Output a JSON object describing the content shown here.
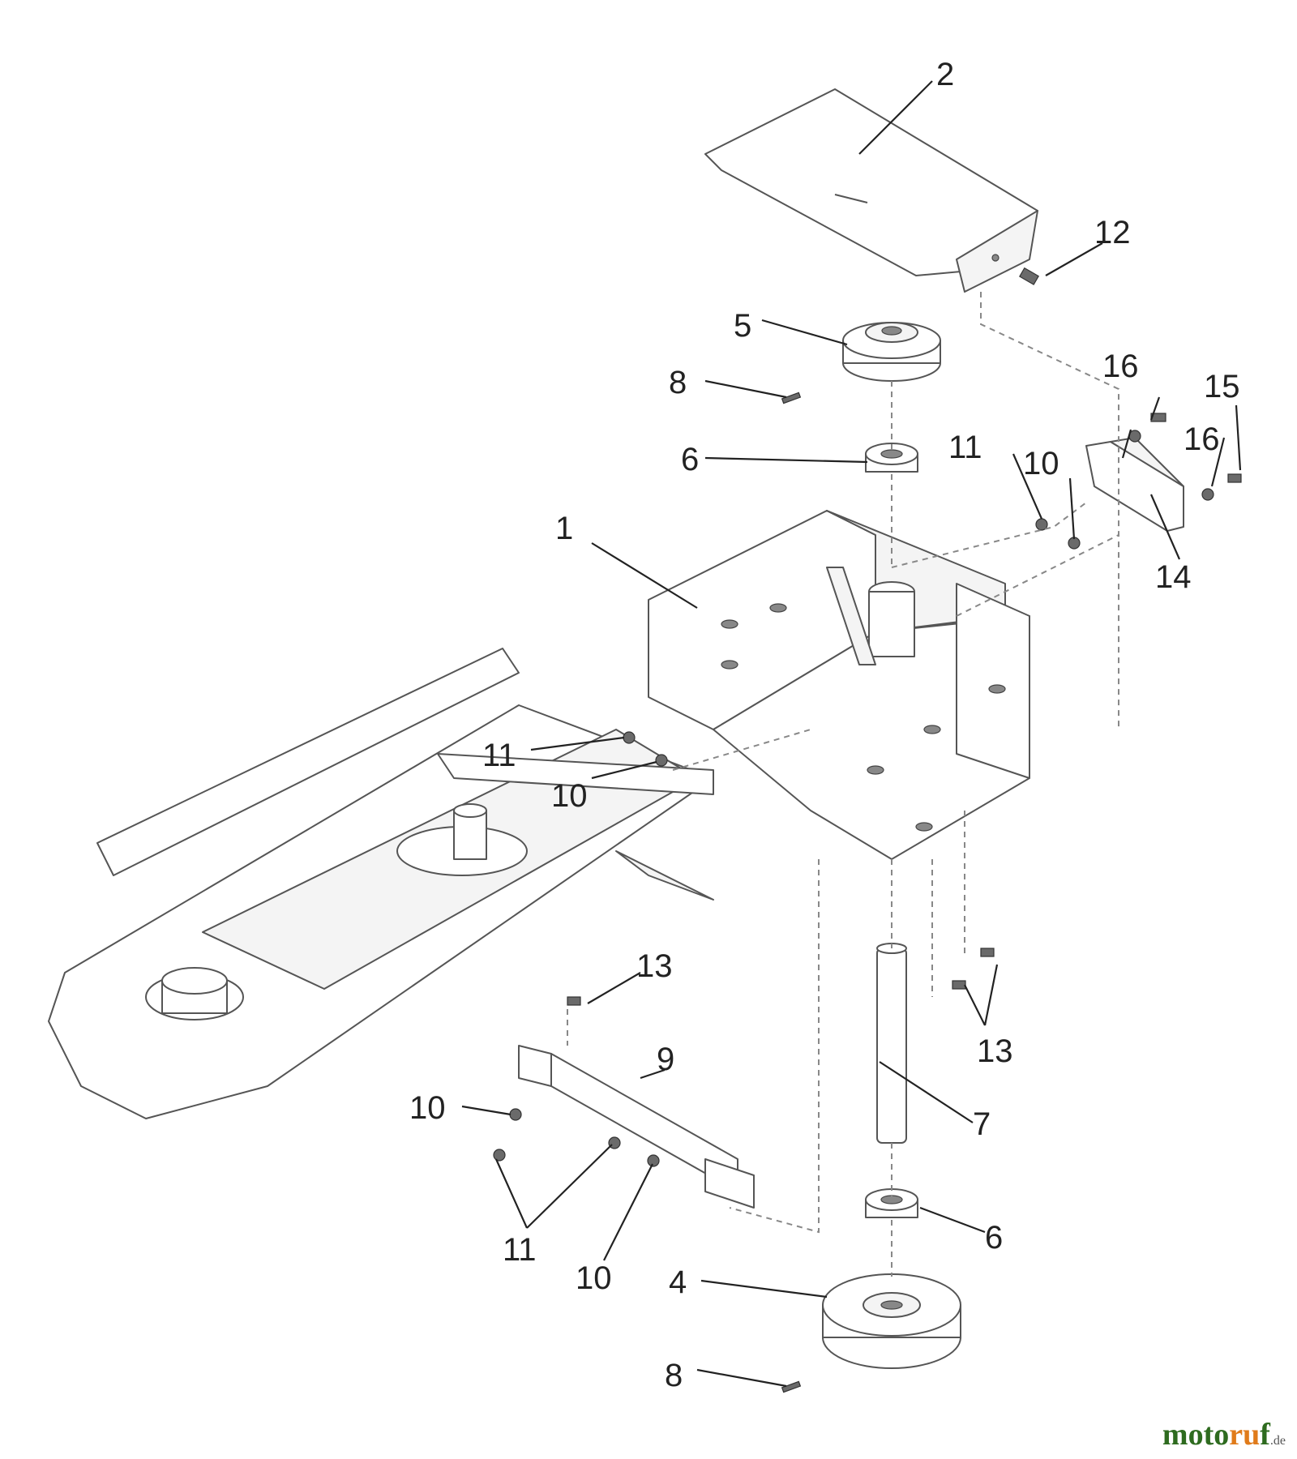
{
  "diagram": {
    "callouts": {
      "c1": "1",
      "c2": "2",
      "c4": "4",
      "c5": "5",
      "c6a": "6",
      "c6b": "6",
      "c7": "7",
      "c8a": "8",
      "c8b": "8",
      "c9": "9",
      "c10a": "10",
      "c10b": "10",
      "c10c": "10",
      "c10d": "10",
      "c11a": "11",
      "c11b": "11",
      "c11c": "11",
      "c12": "12",
      "c13a": "13",
      "c13b": "13",
      "c14": "14",
      "c15": "15",
      "c16a": "16",
      "c16b": "16"
    }
  },
  "watermark": {
    "brand": "motoruf",
    "tld": ".de",
    "colors": {
      "primary": "#2e6b1f",
      "accent": "#e07b1a"
    }
  }
}
